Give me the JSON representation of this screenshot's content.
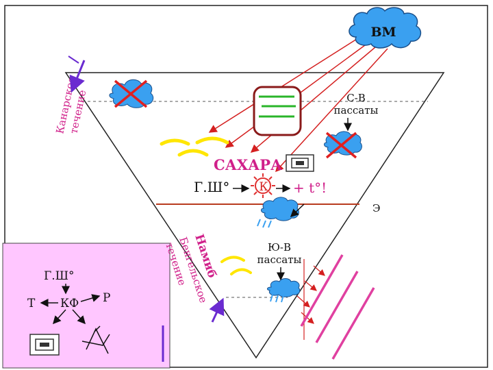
{
  "cloud_label": "ВМ",
  "ne_trades_line1": "С-В",
  "ne_trades_line2": "пассаты",
  "se_trades_line1": "Ю-В",
  "se_trades_line2": "пассаты",
  "desert_label": "САХАРА",
  "equator_label": "Э",
  "latitude_label": "Г.Ш°",
  "temp_label": "+ t°!",
  "kf_label": "К",
  "canary_line1": "Канарское",
  "canary_line2": "течение",
  "namib_label": "Намиб",
  "benguela_line1": "Бенгельское",
  "benguela_line2": "течение",
  "legend": {
    "latitude": "Г.Ш°",
    "t": "Т",
    "kf": "КФ",
    "r": "Р"
  },
  "colors": {
    "red_rays": "#d42020",
    "pink_rays": "#e040a0",
    "current_arrow": "#6a2bd0",
    "desert_text": "#d0208a",
    "equator": "#b83a1e",
    "legend_bg": "#ffc6ff",
    "cloud": "#3aa0f0",
    "dune": "#ffe600"
  }
}
